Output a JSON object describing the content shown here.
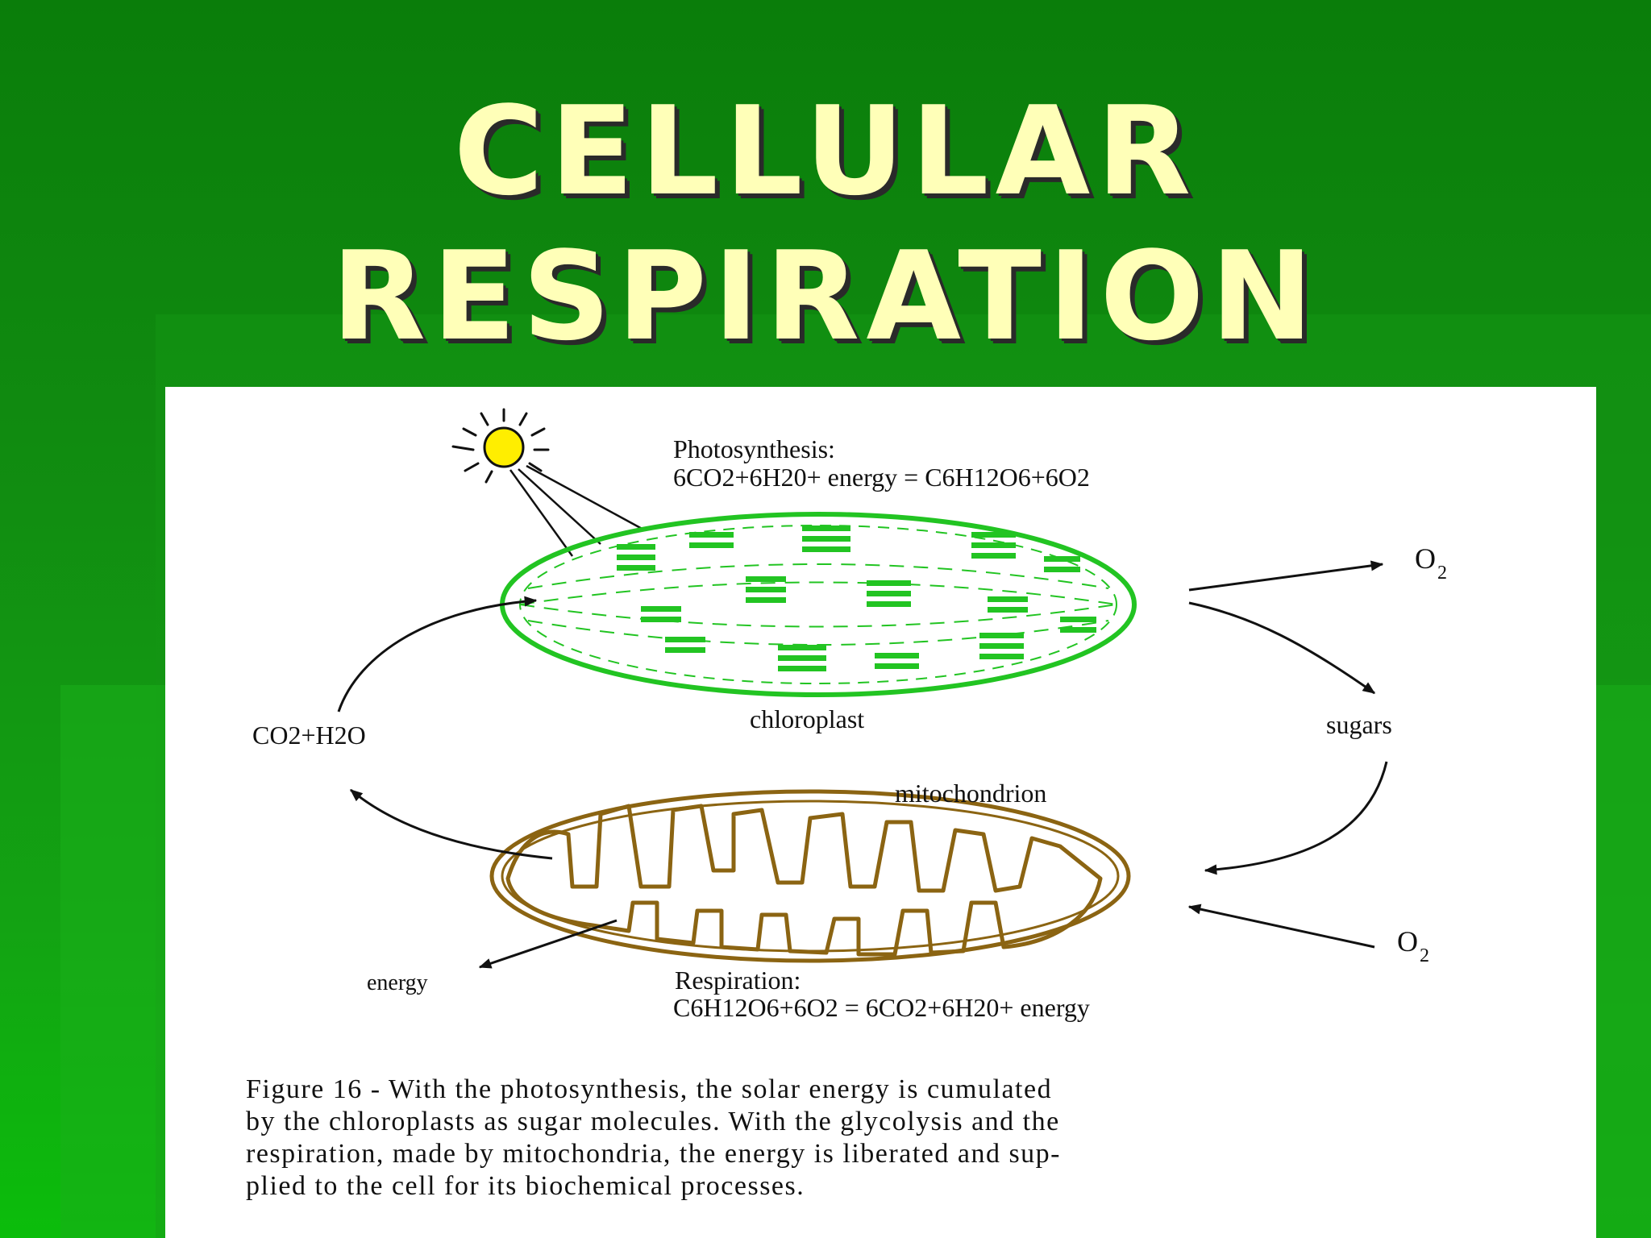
{
  "slide": {
    "title_line1": "CELLULAR",
    "title_line2": "RESPIRATION"
  },
  "figure": {
    "photosynthesis_heading": "Photosynthesis:",
    "photosynthesis_equation": "6CO2+6H20+ energy = C6H12O6+6O2",
    "chloroplast_label": "chloroplast",
    "mitochondrion_label": "mitochondrion",
    "co2_h2o_label": "CO2+H2O",
    "sugars_label": "sugars",
    "oxygen_label_top": "O",
    "oxygen_label_bottom": "O",
    "oxygen_subscript": "2",
    "energy_label": "energy",
    "respiration_heading": "Respiration:",
    "respiration_equation": "C6H12O6+6O2 = 6CO2+6H20+ energy",
    "caption_lines": [
      "Figure 16 - With the photosynthesis, the solar energy is cumulated",
      "by the chloroplasts as sugar molecules. With the glycolysis and the",
      "respiration, made by mitochondria, the energy is liberated and sup-",
      "plied to the cell for its biochemical processes."
    ]
  },
  "colors": {
    "background_green": "#118d11",
    "title_fill": "#ffffb8",
    "chloroplast_green": "#22c422",
    "mitochondrion_brown": "#8b6412",
    "sun_yellow": "#ffee00"
  },
  "icons": {
    "sun": "sun-icon",
    "chloroplast": "chloroplast-illustration",
    "mitochondrion": "mitochondrion-illustration"
  }
}
